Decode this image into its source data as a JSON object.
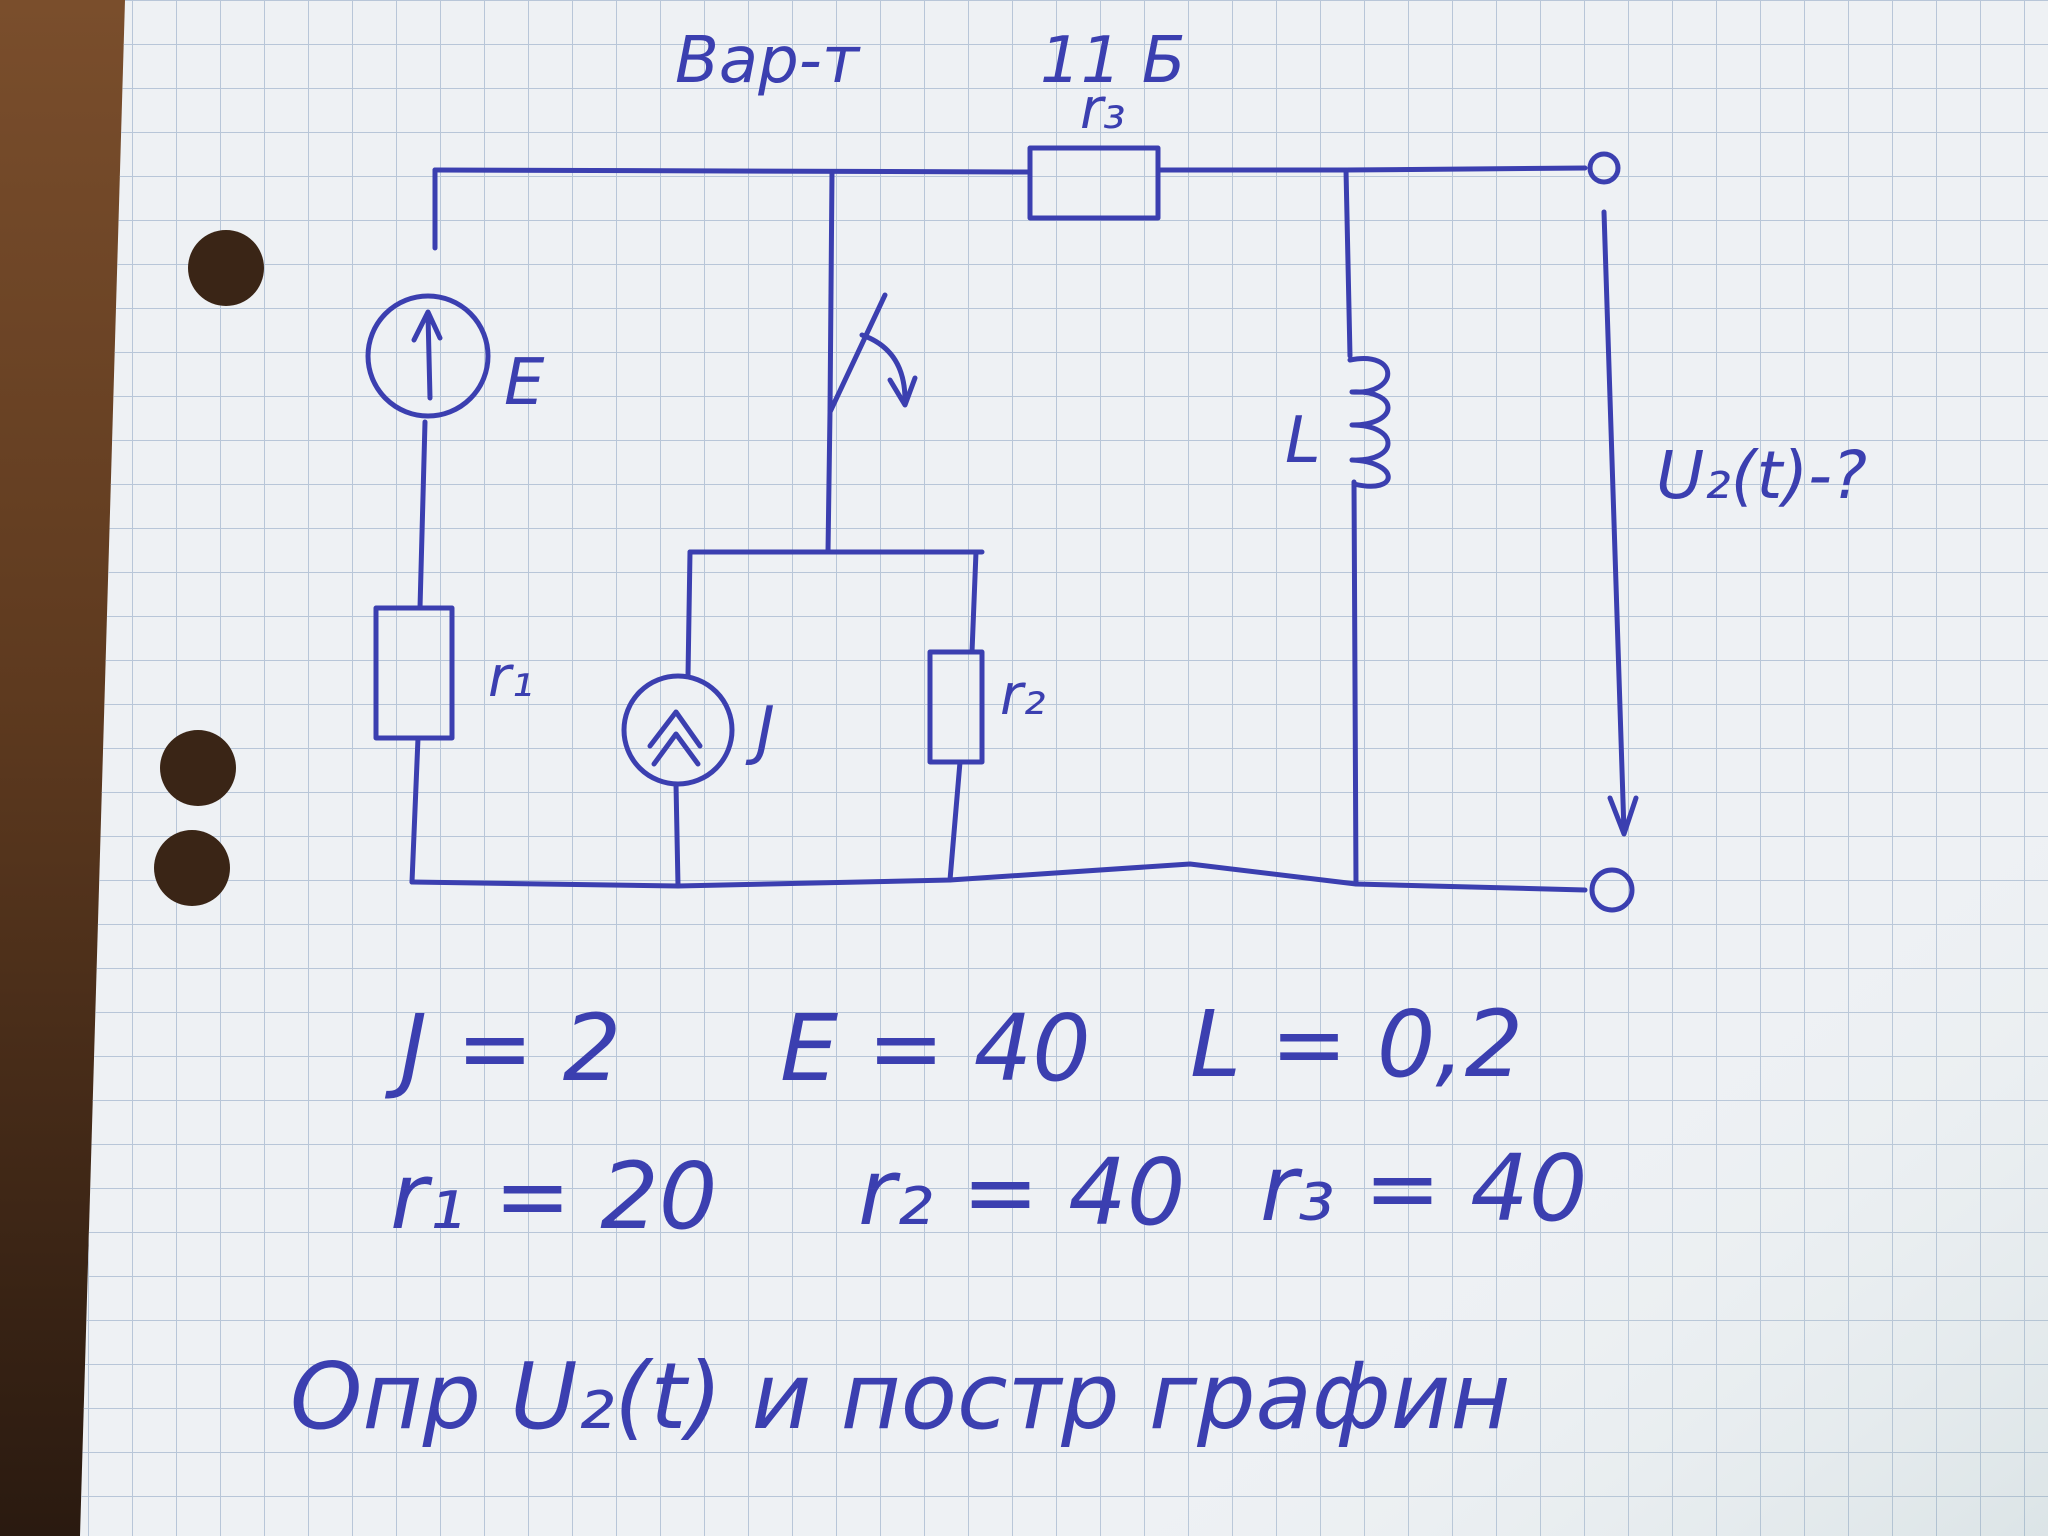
{
  "header": {
    "variant": "Вар-т",
    "number": "11 Б"
  },
  "labels": {
    "E": "E",
    "J": "J",
    "L": "L",
    "r1": "r₁",
    "r2": "r₂",
    "r3": "r₃",
    "output": "U₂(t)-?"
  },
  "parameters": {
    "row1": [
      "J = 2",
      "E = 40",
      "L = 0,2"
    ],
    "row2": [
      "r₁ = 20",
      "r₂ = 40",
      "r₃ = 40"
    ]
  },
  "task": "Опр U₂(t) и постр графин",
  "colors": {
    "ink": "#3b3fb0",
    "grid": "#b8c6d8",
    "paper": "#eef1f4"
  }
}
